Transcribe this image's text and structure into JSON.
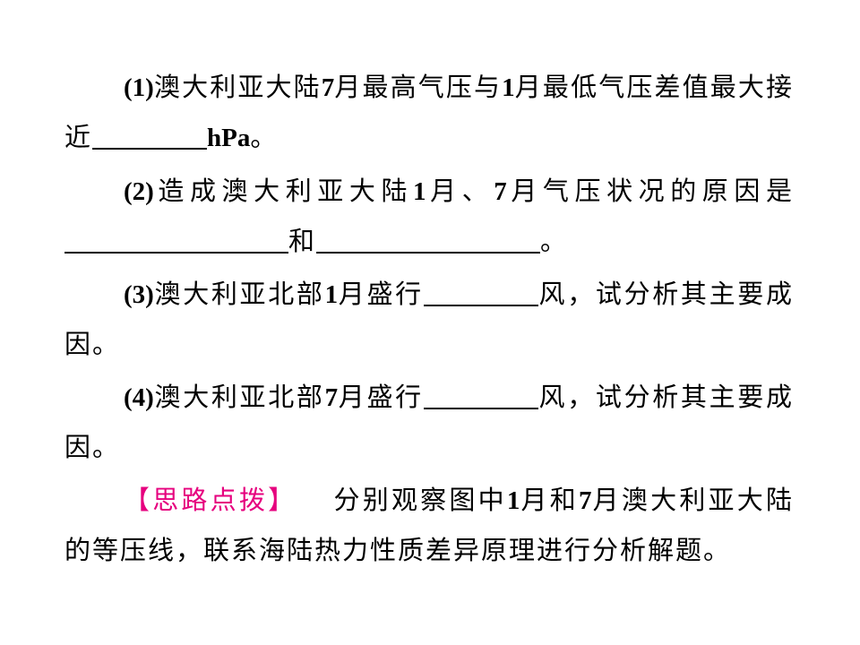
{
  "questions": [
    {
      "num": "(1)",
      "text_a": "澳大利亚大陆",
      "n1": "7",
      "text_b": "月最高气压与",
      "n2": "1",
      "text_c": "月最低气压差值最大接近",
      "unit": "hPa",
      "end": "。"
    },
    {
      "num": "(2)",
      "text_a": "造成澳大利亚大陆",
      "n1": "1",
      "text_b": "月、",
      "n2": "7",
      "text_c": "月气压状况的原因是",
      "join": "和",
      "end": "。"
    },
    {
      "num": "(3)",
      "text_a": "澳大利亚北部",
      "n1": "1",
      "text_b": "月盛行",
      "text_c": "风，试分析其主要成因。"
    },
    {
      "num": "(4)",
      "text_a": "澳大利亚北部",
      "n1": "7",
      "text_b": "月盛行",
      "text_c": "风，试分析其主要成因。"
    }
  ],
  "hint": {
    "label": "【思路点拨】",
    "text_a": "分别观察图中",
    "n1": "1",
    "text_b": "月和",
    "n2": "7",
    "text_c": "月澳大利亚大陆的等压线，联系海陆热力性质差异原理进行分析解题。"
  },
  "colors": {
    "hint_label": "#e6007e",
    "text": "#000000"
  }
}
